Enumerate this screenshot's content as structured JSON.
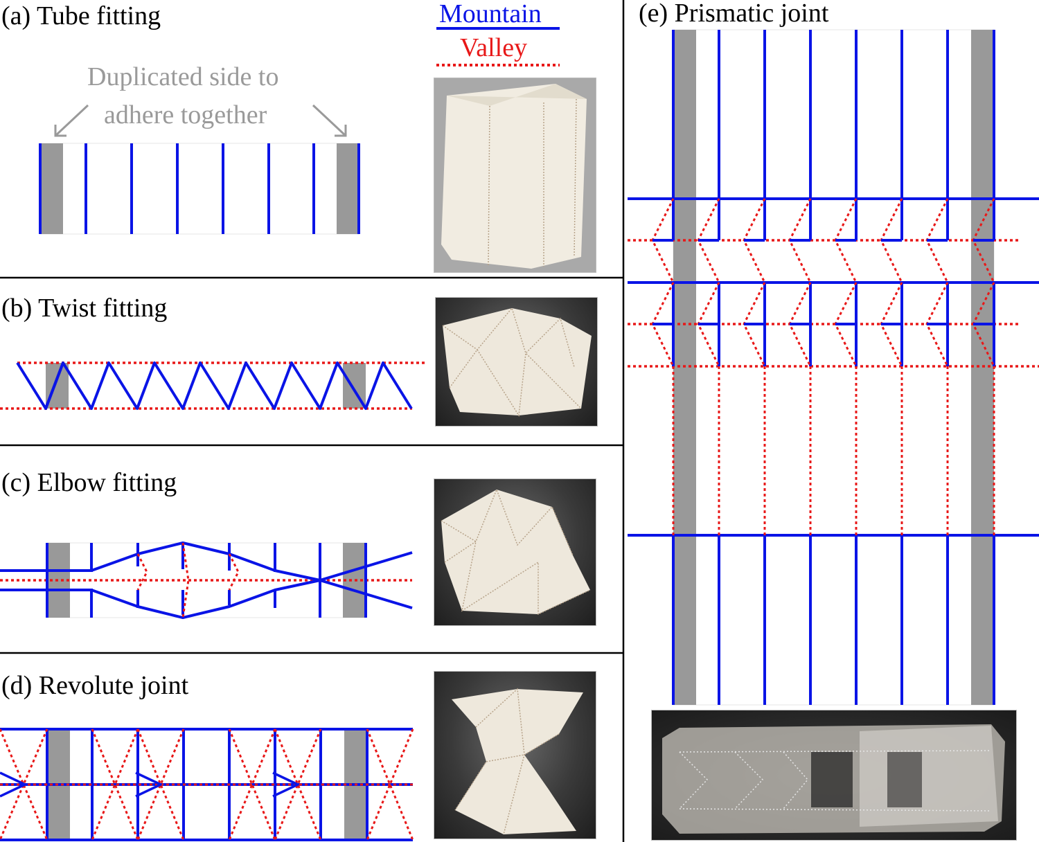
{
  "panels": {
    "a": {
      "label": "(a) Tube fitting",
      "note_line1": "Duplicated side to",
      "note_line2": "adhere together"
    },
    "b": {
      "label": "(b) Twist fitting"
    },
    "c": {
      "label": "(c) Elbow fitting"
    },
    "d": {
      "label": "(d) Revolute joint"
    },
    "e": {
      "label": "(e) Prismatic joint"
    }
  },
  "legend": {
    "mountain": "Mountain",
    "valley": "Valley"
  },
  "colors": {
    "mountain": "#0a14e6",
    "valley": "#e81818",
    "overlap": "#999999",
    "note": "#9a9a9a"
  }
}
